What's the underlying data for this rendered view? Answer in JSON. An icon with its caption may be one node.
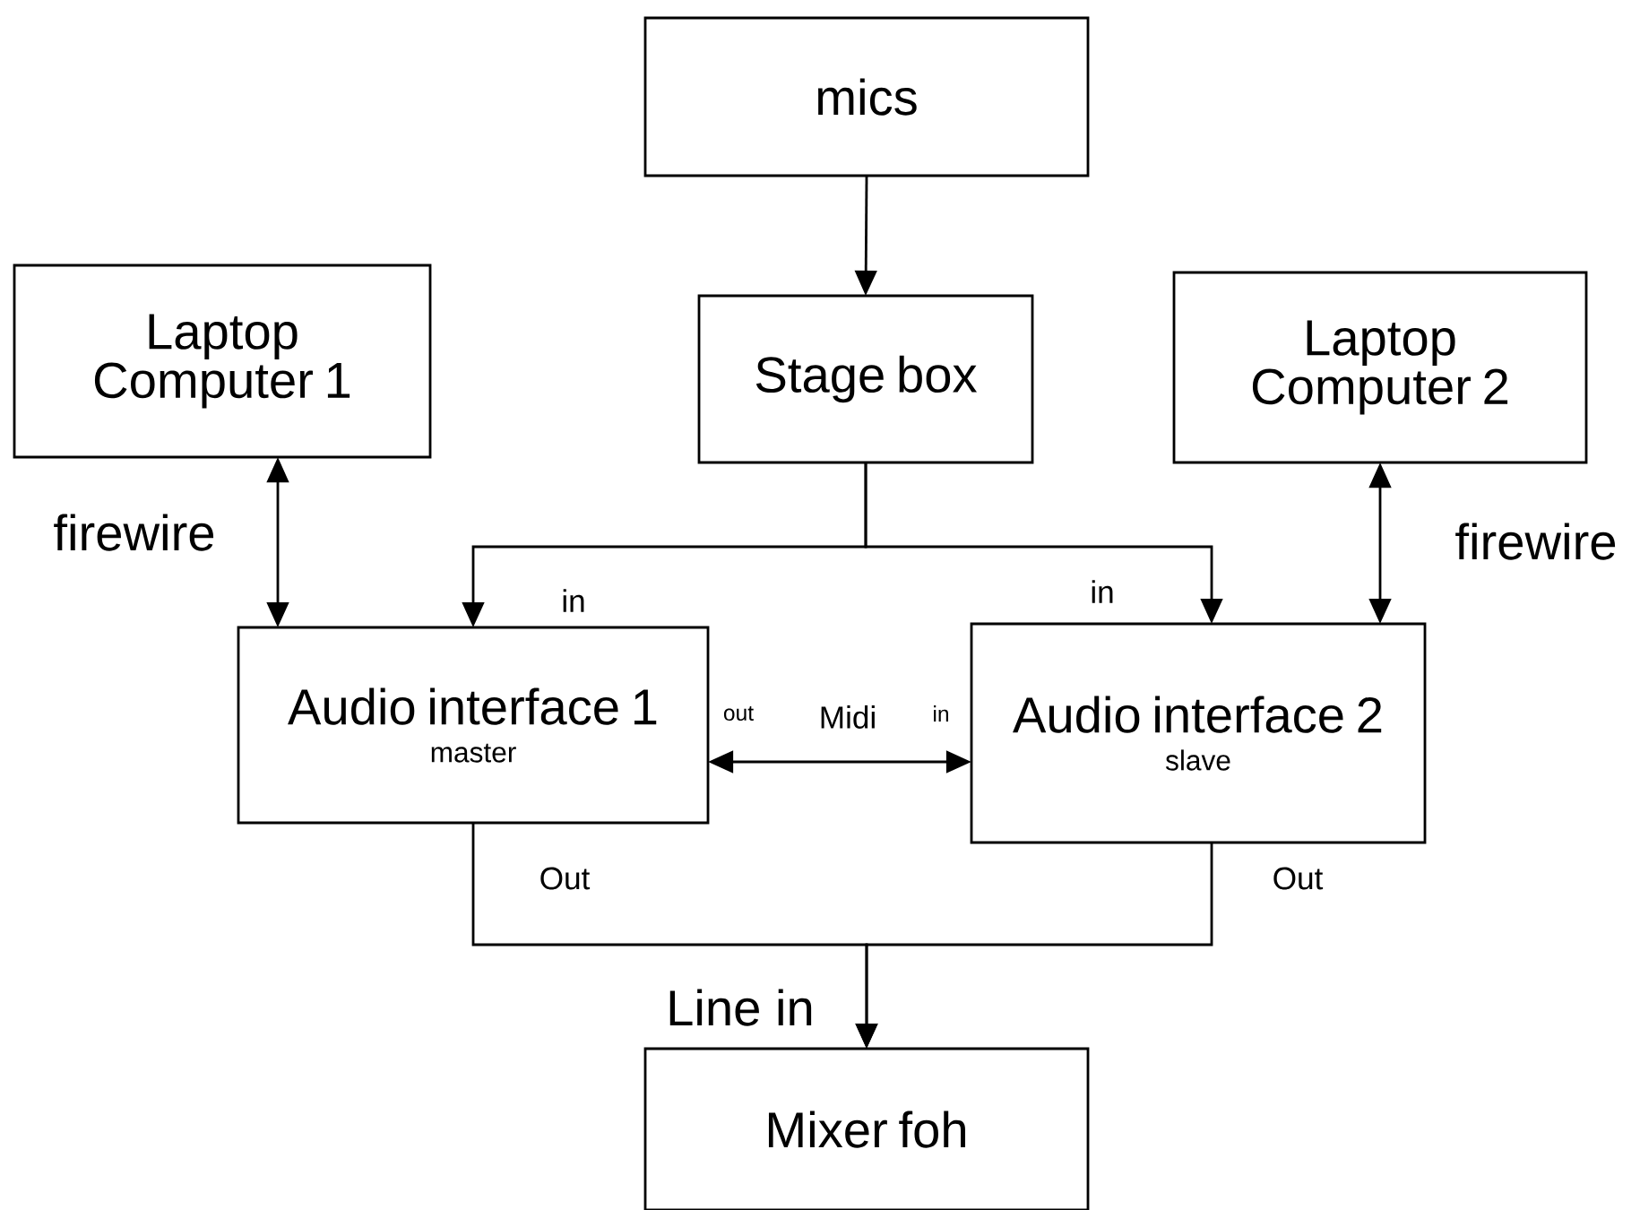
{
  "diagram": {
    "nodes": [
      {
        "text": [
          "mics"
        ]
      },
      {
        "text": [
          "Laptop Computer 1"
        ]
      },
      {
        "text": [
          "Stage box"
        ]
      },
      {
        "text": [
          "Laptop Computer 2"
        ]
      },
      {
        "text": [
          "Audio interface 1",
          "master"
        ],
        "beside": [
          "out"
        ]
      },
      {
        "text": [
          "Audio interface 2",
          "slave"
        ],
        "beside": [
          "in"
        ]
      },
      {
        "text": [
          "Mixer foh"
        ]
      }
    ],
    "edges": [
      {
        "from": 0,
        "to": 2,
        "arrow": "to"
      },
      {
        "from": 1,
        "to": 4,
        "arrow": "both",
        "label": "firewire"
      },
      {
        "from": 3,
        "to": 5,
        "arrow": "both",
        "label": "firewire"
      },
      {
        "from": 2,
        "to": 4,
        "arrow": "to",
        "label": "in"
      },
      {
        "from": 2,
        "to": 5,
        "arrow": "to",
        "label": "in"
      },
      {
        "from": 4,
        "to": 5,
        "arrow": "both",
        "label": "Midi"
      },
      {
        "from": 4,
        "to": 6,
        "arrow": "to",
        "label": "Out"
      },
      {
        "from": 5,
        "to": 6,
        "arrow": "to",
        "label": "Out"
      }
    ],
    "labels": [
      "Line in"
    ]
  }
}
